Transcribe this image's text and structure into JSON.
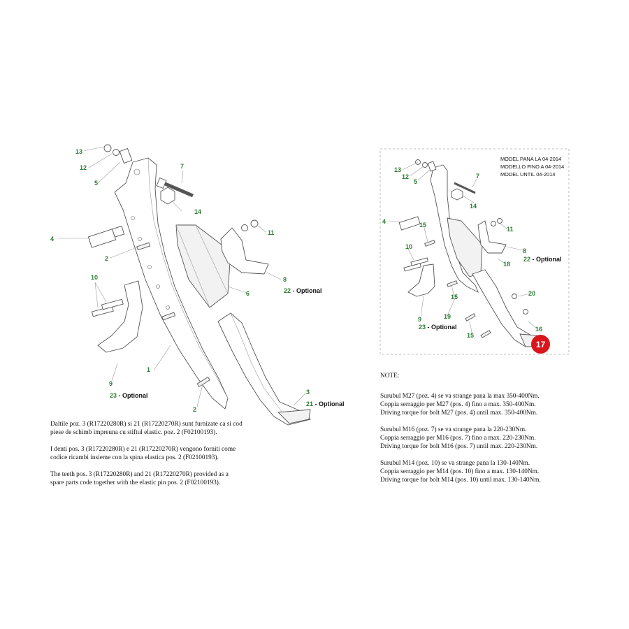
{
  "left_diagram": {
    "callouts": {
      "c13": "13",
      "c12": "12",
      "c5": "5",
      "c7": "7",
      "c14": "14",
      "c4": "4",
      "c11": "11",
      "c2a": "2",
      "c8": "8",
      "c22": "22",
      "c22_suffix": " - Optional",
      "c6": "6",
      "c10": "10",
      "c1": "1",
      "c9": "9",
      "c23": "23",
      "c23_suffix": " - Optional",
      "c3": "3",
      "c21": "21",
      "c21_suffix": " - Optional",
      "c2b": "2"
    }
  },
  "right_diagram": {
    "model_lines": [
      "MODEL PANA LA 04-2014",
      "MODELLO FINO A 04-2014",
      "MODEL UNTIL 04-2014"
    ],
    "badge": "17",
    "callouts": {
      "c13": "13",
      "c12": "12",
      "c5": "5",
      "c7": "7",
      "c14": "14",
      "c4": "4",
      "c15a": "15",
      "c11": "11",
      "c10": "10",
      "c8": "8",
      "c22": "22",
      "c22_suffix": " - Optional",
      "c18": "18",
      "c20": "20",
      "c15b": "15",
      "c19": "19",
      "c9": "9",
      "c23": "23",
      "c23_suffix": " - Optional",
      "c16": "16",
      "c15c": "15"
    }
  },
  "notes_left": [
    "Daltile poz. 3 (R17220280R) si 21 (R17220270R) sunt furnizate ca si cod",
    "piese de schimb impreuna cu stiftul elastic. poz. 2 (F02100193).",
    "",
    "I denti pos. 3 (R17220280R) e 21 (R17220270R) vengono forniti come",
    "codice ricambi insieme con la spina elastica pos. 2 (F02100193).",
    "",
    "The teeth pos. 3 (R17220280R) and 21 (R17220270R) provided as a",
    "spare parts code together with the elastic pin pos. 2 (F02100193)."
  ],
  "notes_right": {
    "heading": "NOTE:",
    "lines": [
      "Surubul M27 (poz. 4) se va strange pana la max 350-400Nm.",
      "Coppia serraggio per M27 (pos. 4) fino a max. 350-400Nm.",
      "Driving torque for bolt M27 (pos. 4) until max. 350-400Nm.",
      "",
      "Surubul M16 (poz. 7) se va strange pana la 220-230Nm.",
      "Coppia serraggio per M16 (pos. 7) fino a max. 220-230Nm.",
      "Driving torque for bolt M16 (pos. 7) until max. 220-230Nm.",
      "",
      "Surubul M14 (poz. 10) se va strange pana la 130-140Nm.",
      "Coppia serraggio per M14 (pos. 10) fino a max. 130-140Nm.",
      "Driving torque for bolt M14 (pos. 10) until max. 130-140Nm."
    ]
  },
  "colors": {
    "callout": "#2e7d32",
    "badge": "#d9161c",
    "line": "#555555"
  }
}
